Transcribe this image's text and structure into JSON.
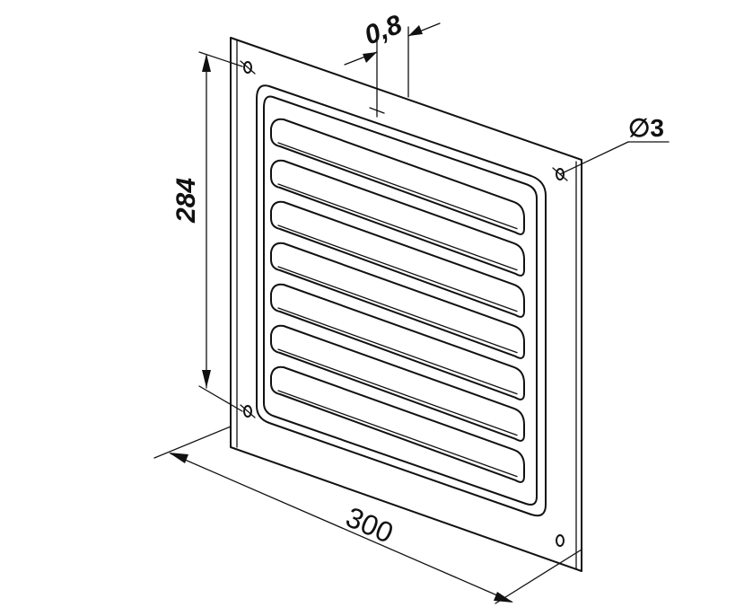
{
  "dimensions": {
    "width_label": "300",
    "height_label": "284",
    "thickness_label": "0,8",
    "hole_label": "∅3"
  },
  "louvers": {
    "count": 7
  },
  "mounting_holes": {
    "count": 4
  },
  "colors": {
    "line": "#111111",
    "background": "#ffffff"
  }
}
